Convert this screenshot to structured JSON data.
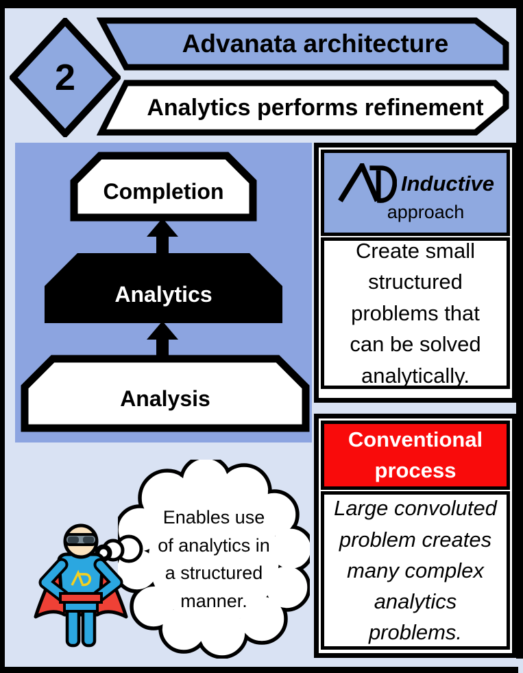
{
  "slide": {
    "step_number": "2",
    "title": "Advanata architecture",
    "subtitle": "Analytics performs refinement"
  },
  "flow_diagram": {
    "stages": [
      {
        "label": "Completion"
      },
      {
        "label": "Analytics"
      },
      {
        "label": "Analysis"
      }
    ]
  },
  "inductive_box": {
    "logo_name": "AD monogram",
    "heading": "Inductive",
    "subheading": "approach",
    "body": "Create small\nstructured\nproblems that\ncan be solved\nanalytically."
  },
  "conventional_box": {
    "heading_lines": [
      "Conventional",
      "process"
    ],
    "body": "Large convoluted\nproblem creates\nmany complex\nanalytics\nproblems."
  },
  "mascot": {
    "icon_name": "superhero mascot with AD emblem",
    "thought_text": "Enables use\nof analytics in\na structured\nmanner."
  },
  "colors": {
    "background": "#D9E2F3",
    "accent_blue": "#8FA9E0",
    "panel_blue": "#8CA4E0",
    "alert_red": "#F90B0B",
    "shape_black": "#000000",
    "mascot_blue": "#2BA7E0",
    "mascot_red": "#EF4136",
    "mascot_skin": "#FCE3BE",
    "mascot_logo_yellow": "#F5D020"
  }
}
